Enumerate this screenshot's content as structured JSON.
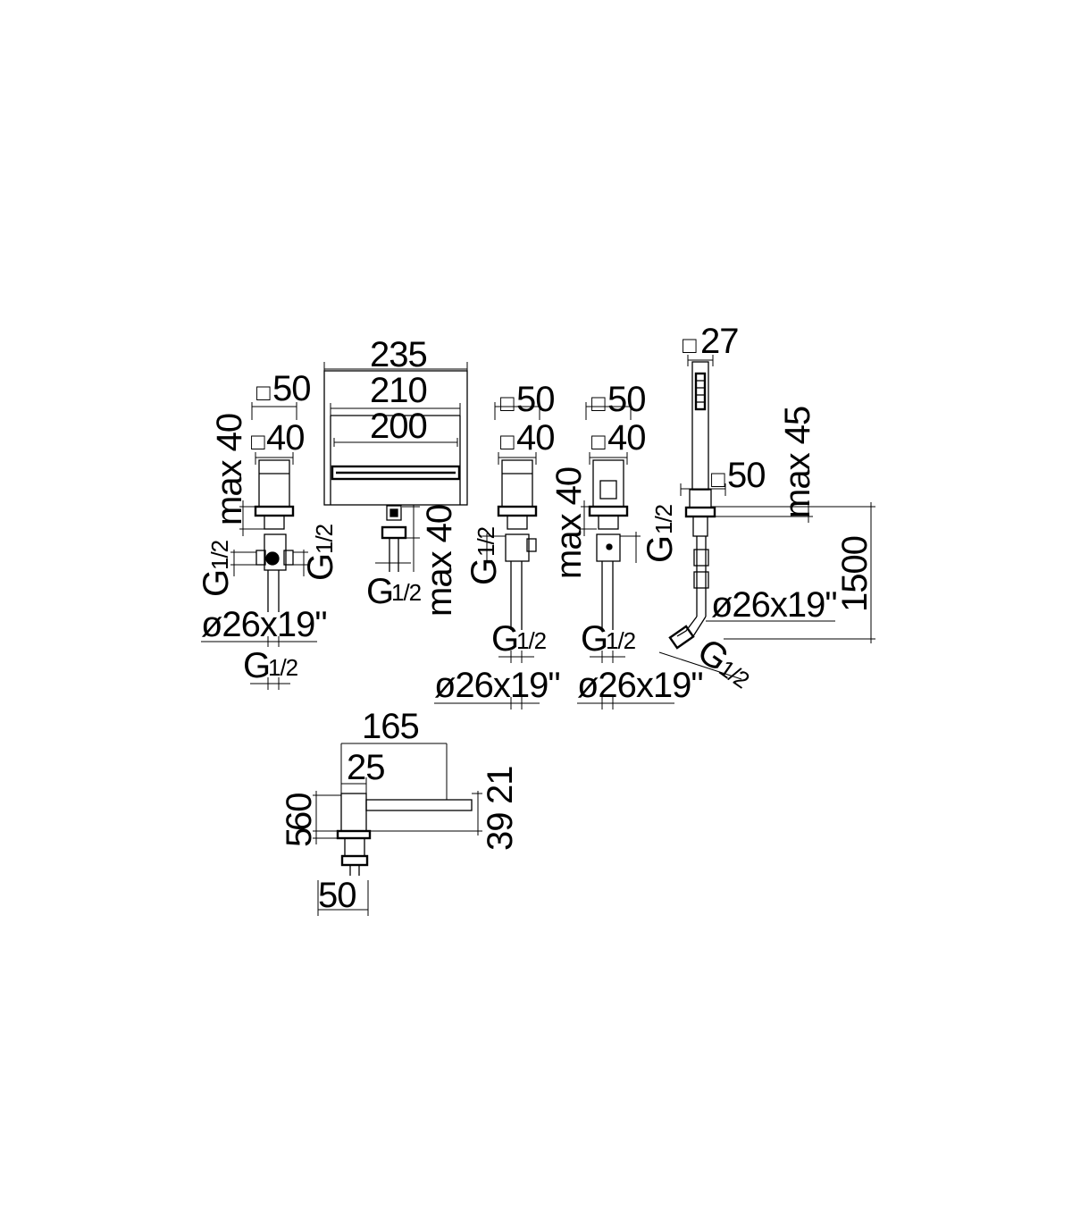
{
  "labels": {
    "sq": "□",
    "d50": "50",
    "d40": "40",
    "d27": "27",
    "d235": "235",
    "d210": "210",
    "d200": "200",
    "max40": "max 40",
    "max45": "max 45",
    "d1500": "1500",
    "g": "G",
    "half": "1/2",
    "hose": "ø26x19\"",
    "d165": "165",
    "d25": "25",
    "d60": "60",
    "d5": "5",
    "d39": "39",
    "d21": "21"
  }
}
